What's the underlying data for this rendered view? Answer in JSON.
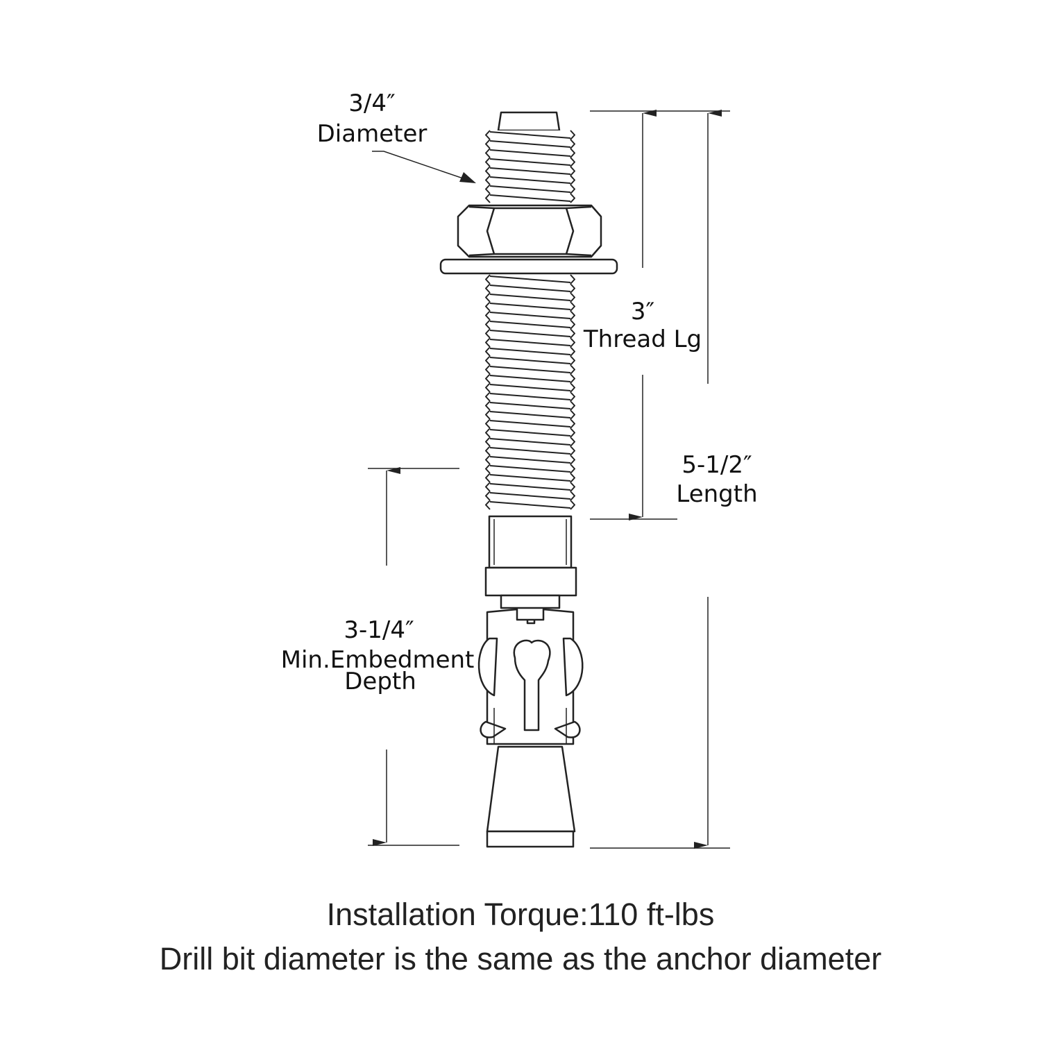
{
  "diagram": {
    "labels": {
      "diameter": {
        "value": "3/4″",
        "caption": "Diameter"
      },
      "thread_length": {
        "value": "3″",
        "caption": "Thread Lg"
      },
      "length": {
        "value": "5-1/2″",
        "caption": "Length"
      },
      "embedment": {
        "value": "3-1/4″",
        "caption_line1": "Min.Embedment",
        "caption_line2": "Depth"
      }
    },
    "notes": {
      "torque": "Installation Torque:110 ft-lbs",
      "drill_bit": "Drill bit diameter is the same as the anchor diameter"
    }
  }
}
